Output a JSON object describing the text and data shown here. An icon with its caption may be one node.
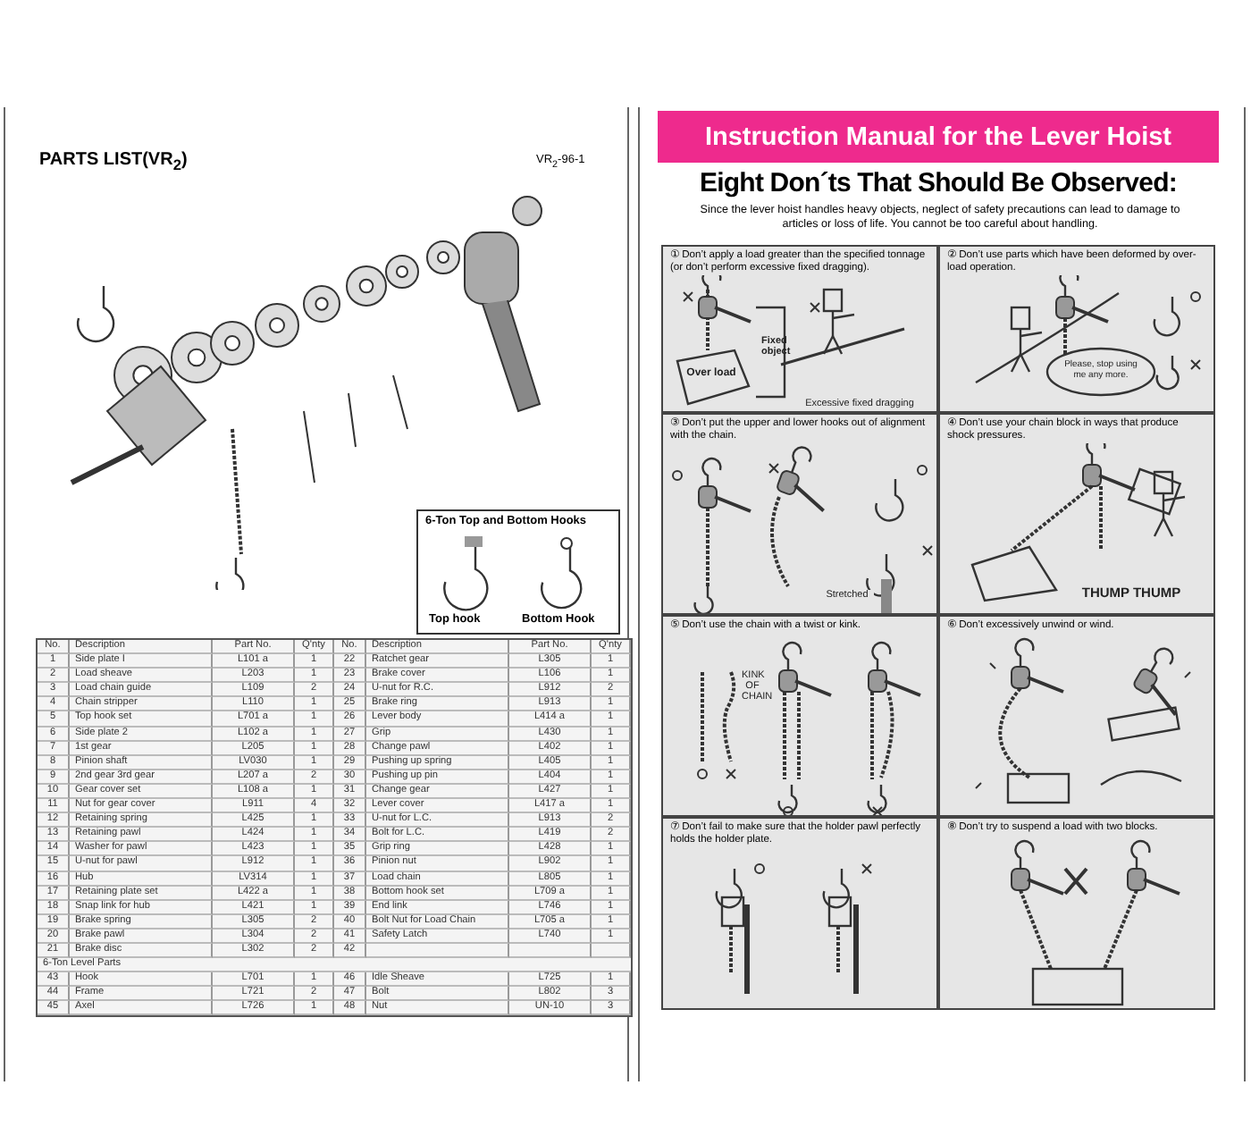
{
  "diagram": {
    "title": "Instruction Manual for the Lever Hoist",
    "nodes": [
      {
        "text": [
          "6-Ton Top and Bottom Hooks",
          "Top hook",
          "Bottom Hook"
        ]
      },
      {
        "text": [
          "① Don’t apply a load greater than the specified tonnage (or don’t perform excessive fixed dragging).",
          "Over load",
          "Fixed object",
          "Excessive fixed dragging"
        ]
      },
      {
        "text": [
          "② Don’t use parts which have been deformed by over-load operation.",
          "Please, stop using me any more."
        ]
      },
      {
        "text": [
          "③ Don’t put the upper and lower hooks out of alignment with the chain.",
          "Stretched"
        ]
      },
      {
        "text": [
          "④ Don’t use your chain block in ways that produce shock pressures.",
          "THUMP THUMP"
        ]
      },
      {
        "text": [
          "⑤ Don’t use the chain with a twist or kink.",
          "KINK OF CHAIN"
        ]
      },
      {
        "text": [
          "⑥ Don’t excessively unwind or wind."
        ]
      },
      {
        "text": [
          "⑦ Don’t fail to make sure that the holder pawl perfectly holds the holder plate."
        ]
      },
      {
        "text": [
          "⑧ Don’t try to suspend a load with two blocks."
        ]
      }
    ],
    "labels": [
      "PARTS LIST(VR$_{2}$)",
      "VR$_{2}$-96-1",
      "No.",
      "Description",
      "Part No.",
      "Q'nty",
      "No.",
      "Description",
      "Part No.",
      "Q'nty",
      "1",
      "Side plate I",
      "L101 a",
      "1",
      "22",
      "Ratchet gear",
      "L305",
      "1",
      "2",
      "Load sheave",
      "L203",
      "1",
      "23",
      "Brake cover",
      "L106",
      "1",
      "3",
      "Load chain guide",
      "L109",
      "2",
      "24",
      "U-nut for R.C.",
      "L912",
      "2",
      "4",
      "Chain stripper",
      "L110",
      "1",
      "25",
      "Brake ring",
      "L913",
      "1",
      "5",
      "Top hook set",
      "L701 a",
      "1",
      "26",
      "Lever body",
      "L414 a",
      "1",
      "6",
      "Side plate 2",
      "L102 a",
      "1",
      "27",
      "Grip",
      "L430",
      "1",
      "7",
      "1st gear",
      "L205",
      "1",
      "28",
      "Change pawl",
      "L402",
      "1",
      "8",
      "Pinion shaft",
      "LV030",
      "1",
      "29",
      "Pushing up spring",
      "L405",
      "1",
      "9",
      "2nd gear 3rd gear",
      "L207 a",
      "2",
      "30",
      "Pushing up pin",
      "L404",
      "1",
      "10",
      "Gear cover set",
      "L108 a",
      "1",
      "31",
      "Change gear",
      "L427",
      "1",
      "11",
      "Nut for gear cover",
      "L911",
      "4",
      "32",
      "Lever cover",
      "L417 a",
      "1",
      "12",
      "Retaining spring",
      "L425",
      "1",
      "33",
      "U-nut for L.C.",
      "L913",
      "2",
      "13",
      "Retaining pawl",
      "L424",
      "1",
      "34",
      "Bolt for L.C.",
      "L419",
      "2",
      "14",
      "Washer for pawl",
      "L423",
      "1",
      "35",
      "Grip ring",
      "L428",
      "1",
      "15",
      "U-nut for pawl",
      "L912",
      "1",
      "36",
      "Pinion nut",
      "L902",
      "1",
      "16",
      "Hub",
      "LV314",
      "1",
      "37",
      "Load chain",
      "L805",
      "1",
      "17",
      "Retaining plate set",
      "L422 a",
      "1",
      "38",
      "Bottom hook set",
      "L709 a",
      "1",
      "18",
      "Snap link for hub",
      "L421",
      "1",
      "39",
      "End link",
      "L746",
      "1",
      "19",
      "Brake spring",
      "L305",
      "2",
      "40",
      "Bolt Nut for Load Chain",
      "L705 a",
      "1",
      "20",
      "Brake pawl",
      "L304",
      "2",
      "41",
      "Safety Latch",
      "L740",
      "1",
      "21",
      "Brake disc",
      "L302",
      "2",
      "42",
      "6-Ton Level Parts",
      "43",
      "Hook",
      "L701",
      "1",
      "46",
      "Idle Sheave",
      "L725",
      "1",
      "44",
      "Frame",
      "L721",
      "2",
      "47",
      "Bolt",
      "L802",
      "3",
      "45",
      "Axel",
      "L726",
      "1",
      "48",
      "Nut",
      "UN-10",
      "3",
      "Eight Don´ts That Should Be Observed:",
      "Since the lever hoist handles heavy objects, neglect of safety precautions can lead to damage to articles or loss of life. You cannot be too careful about handling."
    ]
  }
}
